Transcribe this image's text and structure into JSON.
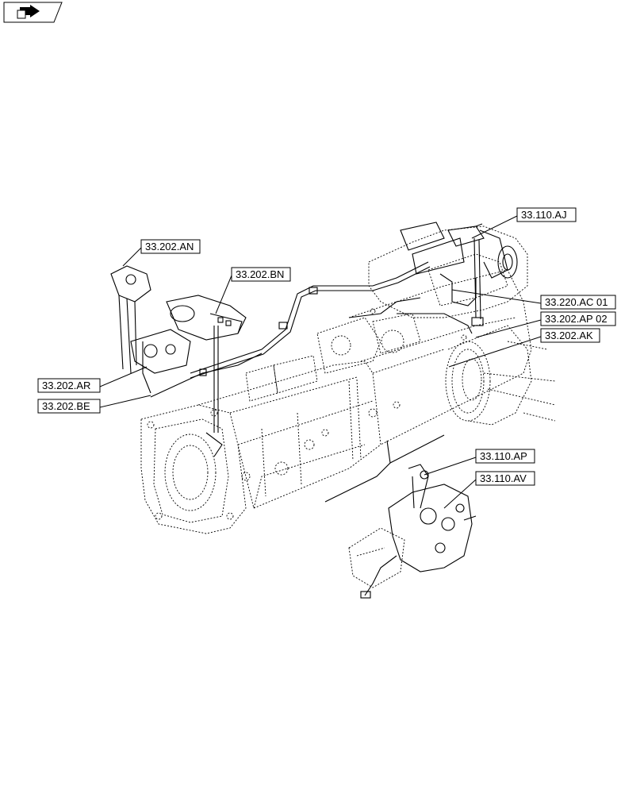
{
  "nav_icon": {
    "name": "forward-arrow-icon"
  },
  "callouts": [
    {
      "id": "an",
      "label": "33.202.AN"
    },
    {
      "id": "bn",
      "label": "33.202.BN"
    },
    {
      "id": "aj",
      "label": "33.110.AJ"
    },
    {
      "id": "ac01",
      "label": "33.220.AC 01"
    },
    {
      "id": "ap02",
      "label": "33.202.AP 02"
    },
    {
      "id": "ak",
      "label": "33.202.AK"
    },
    {
      "id": "ar",
      "label": "33.202.AR"
    },
    {
      "id": "be",
      "label": "33.202.BE"
    },
    {
      "id": "ap",
      "label": "33.110.AP"
    },
    {
      "id": "av",
      "label": "33.110.AV"
    }
  ]
}
